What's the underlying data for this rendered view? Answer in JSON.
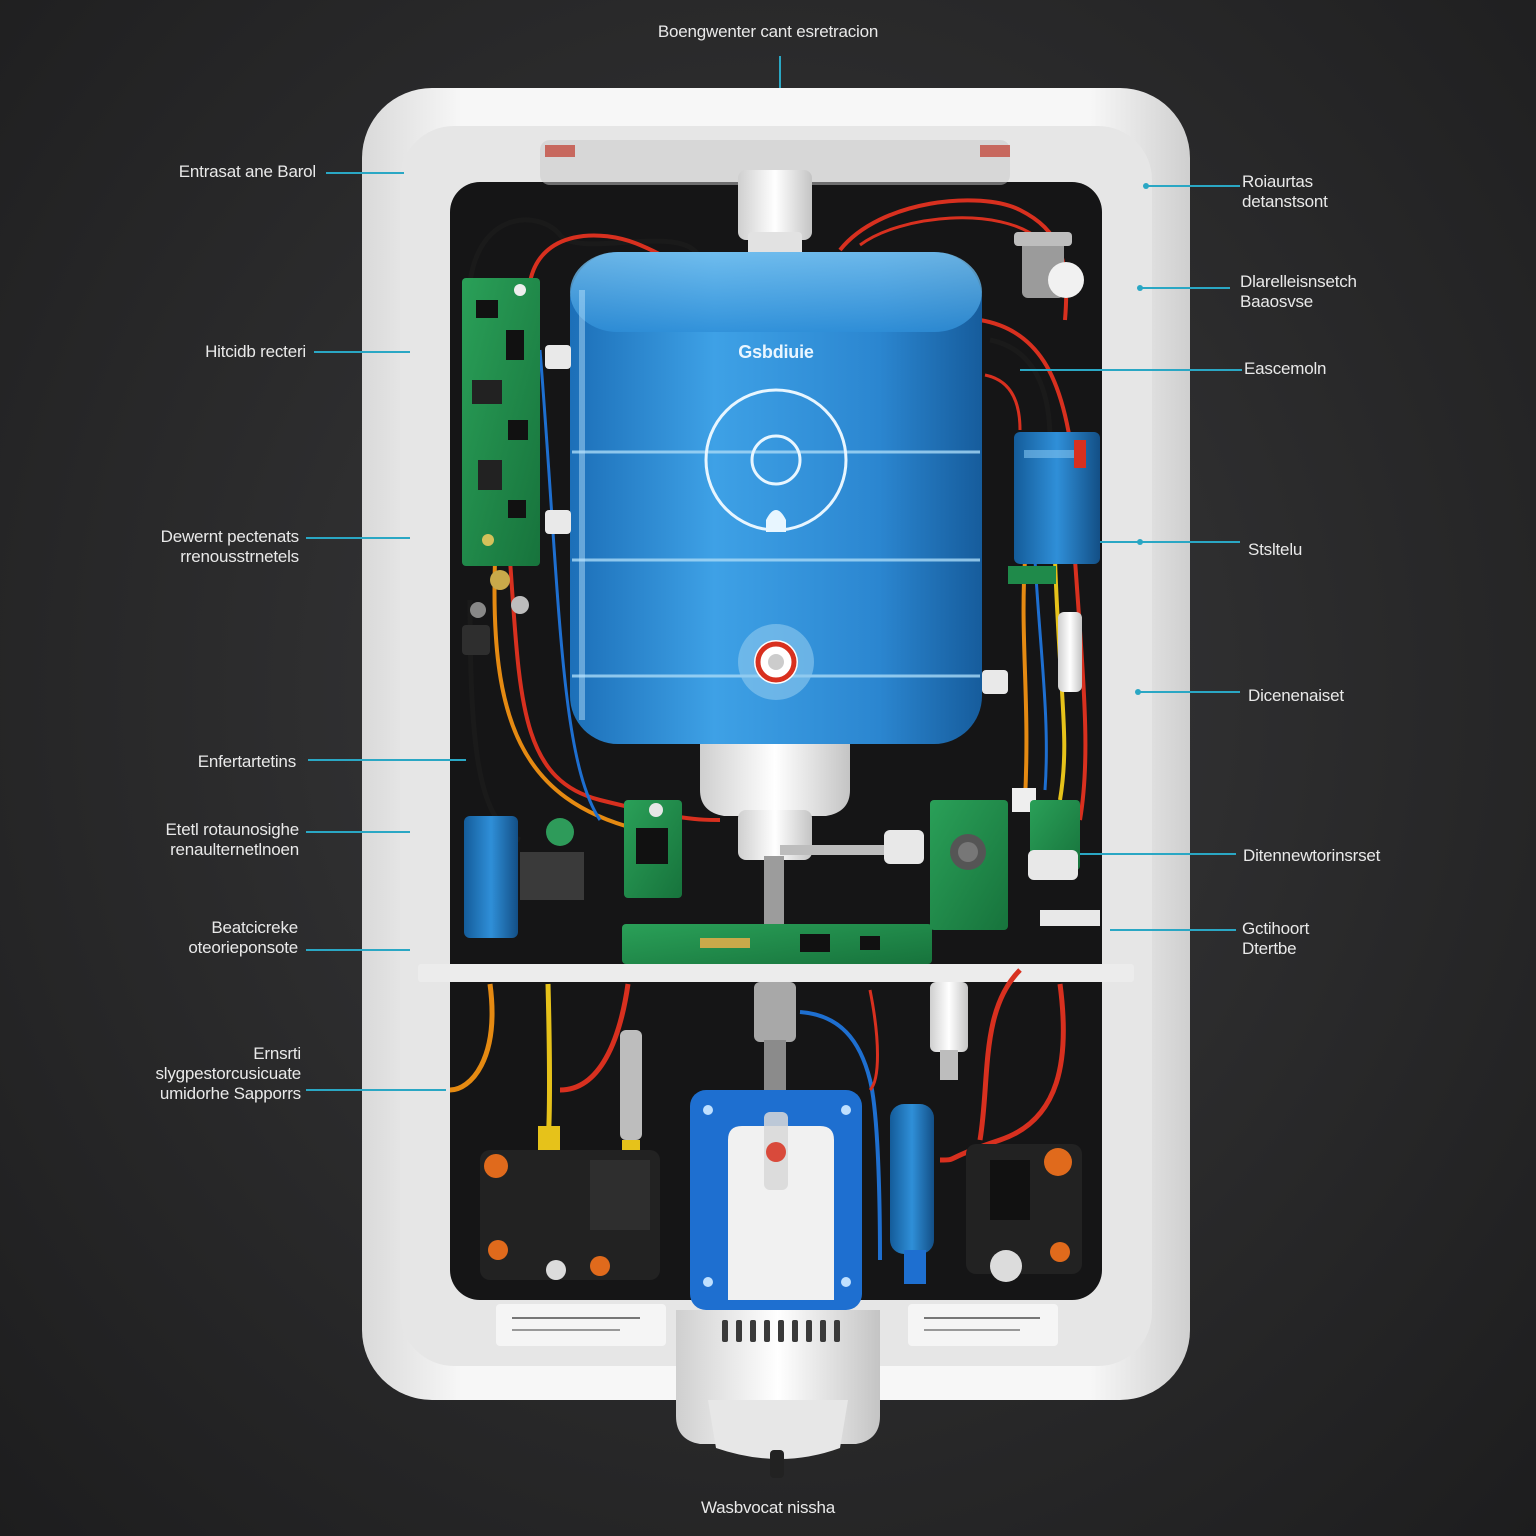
{
  "title": "Boengwenter cant esretracion",
  "bottom_label": "Wasbvocat nissha",
  "tank_brand": "Gsbdiuie",
  "left_labels": [
    {
      "id": "l1",
      "lines": [
        "Entrasat ane Barol"
      ]
    },
    {
      "id": "l2",
      "lines": [
        "Hitcidb recteri"
      ]
    },
    {
      "id": "l3",
      "lines": [
        "Dewernt pectenats",
        "rrenousstrnetels"
      ]
    },
    {
      "id": "l4",
      "lines": [
        "Enfertartetins"
      ]
    },
    {
      "id": "l5",
      "lines": [
        "Etetl rotaunosighe",
        "renaulternetlnoen"
      ]
    },
    {
      "id": "l6",
      "lines": [
        "Beatcicreke",
        "oteorieponsote"
      ]
    },
    {
      "id": "l7",
      "lines": [
        "Ernsrti",
        "slygpestorcusicuate",
        "umidorhe Sapporrs"
      ]
    }
  ],
  "right_labels": [
    {
      "id": "r1",
      "lines": [
        "Roiaurtas",
        "detanstsont"
      ]
    },
    {
      "id": "r2",
      "lines": [
        "Dlarelleisnsetch",
        "Baaosvse"
      ]
    },
    {
      "id": "r3",
      "lines": [
        "Eascemoln"
      ]
    },
    {
      "id": "r4",
      "lines": [
        "Stsltelu"
      ]
    },
    {
      "id": "r5",
      "lines": [
        "Dicenenaiset"
      ]
    },
    {
      "id": "r6",
      "lines": [
        "Ditennewtorinsrset"
      ]
    },
    {
      "id": "r7",
      "lines": [
        "Gctihoort",
        "Dtertbe"
      ]
    }
  ],
  "colors": {
    "background": "#2a2a2b",
    "housing": "#f2f2f2",
    "cavity": "#151516",
    "tank": "#2f8fd8",
    "pcb": "#1f8a4a",
    "leader": "#2aa7c4",
    "wire_red": "#d8301f",
    "wire_orange": "#e58a12",
    "wire_yellow": "#e6c21a",
    "wire_blue": "#1e6fd0"
  },
  "icons": [
    "tank",
    "pcb-board",
    "filter-canister",
    "faucet",
    "drip-tray",
    "grille-vent",
    "wire-bundle"
  ]
}
